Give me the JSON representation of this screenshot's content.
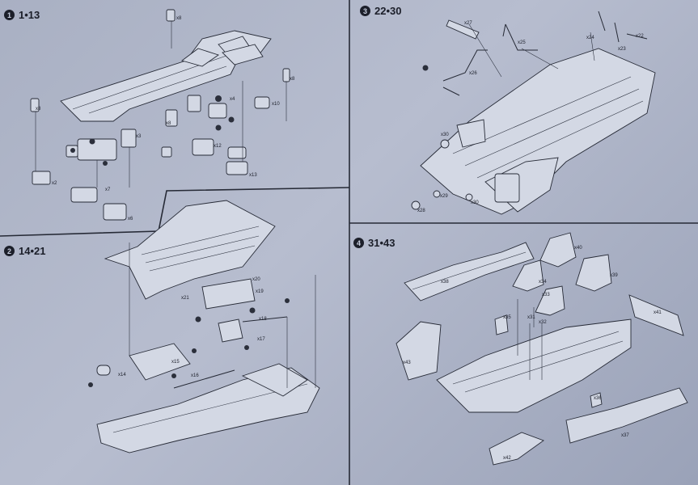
{
  "steps": [
    {
      "number": "1",
      "range": "1•13"
    },
    {
      "number": "2",
      "range": "14•21"
    },
    {
      "number": "3",
      "range": "22•30"
    },
    {
      "number": "4",
      "range": "31•43"
    }
  ],
  "callouts": {
    "p1": [
      "x8",
      "x8",
      "x8",
      "x10",
      "x8",
      "x4",
      "x7",
      "x12",
      "x13",
      "x6",
      "x2",
      "x3"
    ],
    "p2": [
      "x20",
      "x19",
      "x21",
      "x18",
      "x17",
      "x16",
      "x15",
      "x14"
    ],
    "p3": [
      "x27",
      "x25",
      "x24",
      "x22",
      "x23",
      "x26",
      "x30",
      "x29",
      "x28",
      "x30"
    ],
    "p4": [
      "x40",
      "x38",
      "x39",
      "x34",
      "x33",
      "x31",
      "x41",
      "x35",
      "x32",
      "x43",
      "x36",
      "x37",
      "x42"
    ]
  }
}
